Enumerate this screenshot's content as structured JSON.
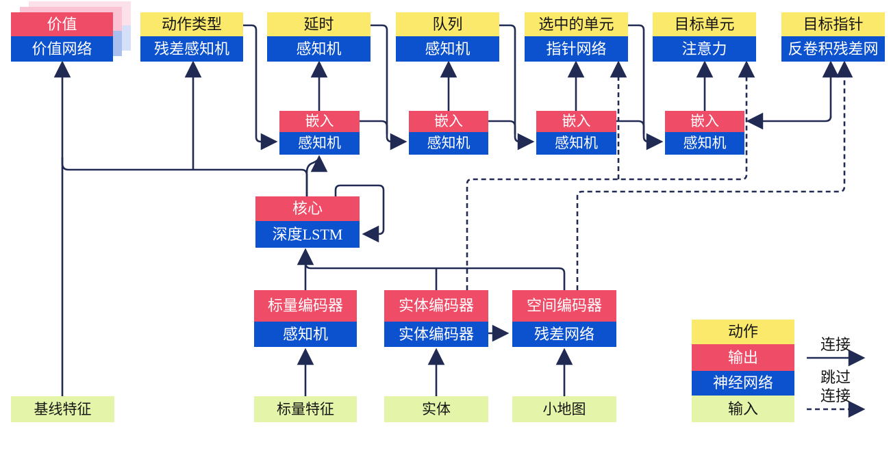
{
  "colors": {
    "action_yellow": "#FAE96A",
    "output_red": "#EF4C67",
    "network_blue": "#0C51CE",
    "input_green": "#E4F5A9",
    "line_navy": "#202A52",
    "value_shadow_pink_near": "#FAC4D5",
    "value_shadow_pink_far": "#FCE1EB",
    "value_shadow_blue_near": "#A9BFEF",
    "value_shadow_blue_far": "#D5DFF8"
  },
  "nodes": {
    "value": {
      "top": "价值",
      "bottom": "价值网络"
    },
    "action_type": {
      "top": "动作类型",
      "bottom": "残差感知机"
    },
    "delay": {
      "top": "延时",
      "bottom": "感知机"
    },
    "queue": {
      "top": "队列",
      "bottom": "感知机"
    },
    "selected_units": {
      "top": "选中的单元",
      "bottom": "指针网络"
    },
    "target_unit": {
      "top": "目标单元",
      "bottom": "注意力"
    },
    "target_pointer": {
      "top": "目标指针",
      "bottom": "反卷积残差网"
    },
    "embed_1": {
      "top": "嵌入",
      "bottom": "感知机"
    },
    "embed_2": {
      "top": "嵌入",
      "bottom": "感知机"
    },
    "embed_3": {
      "top": "嵌入",
      "bottom": "感知机"
    },
    "embed_4": {
      "top": "嵌入",
      "bottom": "感知机"
    },
    "core": {
      "top": "核心",
      "bottom": "深度LSTM"
    },
    "scalar_encoder": {
      "top": "标量编码器",
      "bottom": "感知机"
    },
    "entity_encoder": {
      "top": "实体编码器",
      "bottom": "实体编码器"
    },
    "spatial_encoder": {
      "top": "空间编码器",
      "bottom": "残差网络"
    }
  },
  "inputs": {
    "baseline": "基线特征",
    "scalar": "标量特征",
    "entities": "实体",
    "minimap": "小地图"
  },
  "legend": {
    "action": "动作",
    "output": "输出",
    "network": "神经网络",
    "input": "输入",
    "solid_label": "连接",
    "dashed_label_1": "跳过",
    "dashed_label_2": "连接"
  }
}
